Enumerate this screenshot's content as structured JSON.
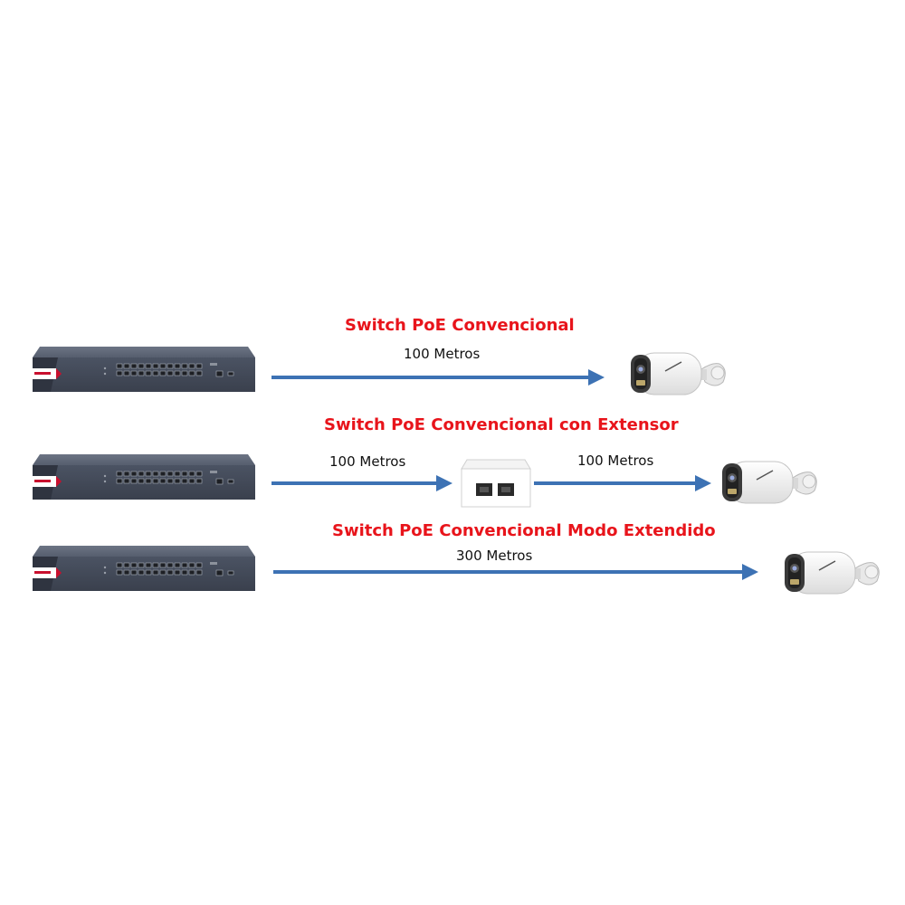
{
  "rows": [
    {
      "title": "Switch PoE Convencional",
      "distances": [
        "100 Metros"
      ]
    },
    {
      "title": "Switch PoE Convencional con Extensor",
      "distances": [
        "100 Metros",
        "100 Metros"
      ]
    },
    {
      "title": "Switch PoE Convencional Modo Extendido",
      "distances": [
        "300 Metros"
      ]
    }
  ],
  "colors": {
    "title": "#e8141b",
    "arrow": "#3d72b4",
    "switch_body": "#4a5262",
    "switch_accent": "#c8102e",
    "camera": "#ffffff"
  },
  "icons": [
    "poe-switch-icon",
    "bullet-camera-icon",
    "poe-extender-icon"
  ]
}
